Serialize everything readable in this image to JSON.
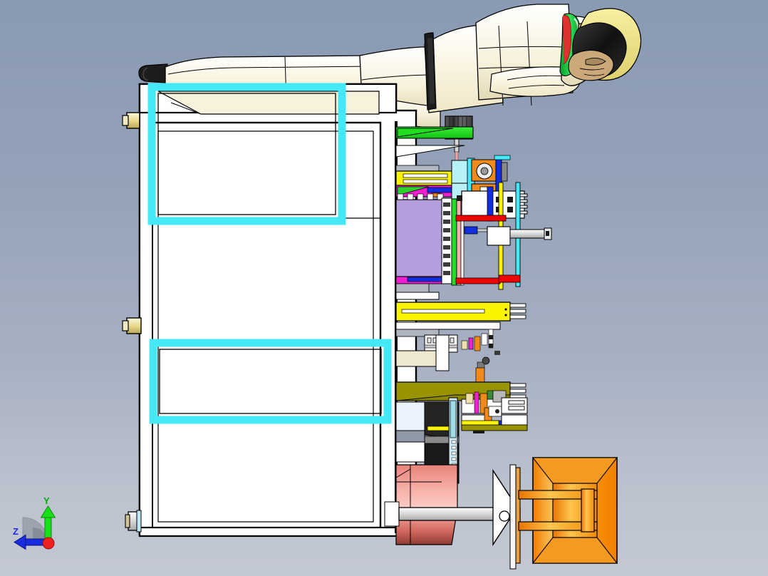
{
  "app": {
    "view_type": "cad-3d-viewport",
    "projection": "side-elevation",
    "background_top_color": "#8a9ab3",
    "background_bottom_color": "#c3c8d3"
  },
  "axis_triad": {
    "name": "orientation-axis-triad",
    "y_label": "Y",
    "z_label": "Z",
    "origin_color": "#ee2020",
    "y_axis_color": "#18e018",
    "z_axis_color": "#1a2ce0",
    "arc_color": "#9aa2ad"
  },
  "scene": {
    "title": "Automated packaging machine assembly with operator mannequin",
    "components": [
      {
        "name": "mannequin-figure",
        "label": "Operator mannequin (reclining)",
        "body_color": "#f7f2dc",
        "belt_color": "#1a1a1a",
        "collar_color": "#16b84a",
        "hair_color": "#f2e46a",
        "helmet_color": "#161616",
        "face_color": "#c9a87a",
        "shoe_color": "#1a1a1a"
      },
      {
        "name": "machine-guard-frame",
        "label": "Safety guard frame",
        "color": "#ffffff",
        "edge_color": "#000000"
      },
      {
        "name": "guard-window-upper",
        "label": "Upper guard window",
        "frame_color": "#44e8f7"
      },
      {
        "name": "guard-window-lower",
        "label": "Lower guard window",
        "frame_color": "#44e8f7"
      },
      {
        "name": "hinge-bracket-top",
        "label": "Top hinge bracket",
        "color": "#efe3a8"
      },
      {
        "name": "hinge-bracket-middle",
        "label": "Middle hinge bracket",
        "color": "#efe3a8"
      },
      {
        "name": "hinge-bracket-bottom",
        "label": "Bottom hinge bracket",
        "color": "#efe3a8"
      },
      {
        "name": "drive-motor",
        "label": "Drive motor",
        "color": "#4d4d4d"
      },
      {
        "name": "green-mount-plate",
        "label": "Green mounting plate",
        "color": "#22dd22"
      },
      {
        "name": "lavender-panel",
        "label": "Lavender control panel",
        "color": "#b49ede"
      },
      {
        "name": "yellow-beam-upper",
        "label": "Upper yellow beam",
        "color": "#fbf400"
      },
      {
        "name": "yellow-beam-mid",
        "label": "Mid yellow beam",
        "color": "#fbf400"
      },
      {
        "name": "olive-beam-lower",
        "label": "Lower olive beam",
        "color": "#9a9300"
      },
      {
        "name": "pneumatic-cylinder-upper",
        "label": "Upper pneumatic cylinder",
        "color": "#d8d8d8"
      },
      {
        "name": "pneumatic-cylinder-lower",
        "label": "Lower pneumatic cylinder",
        "color": "#d8d8d8"
      },
      {
        "name": "orange-actuator-block",
        "label": "Orange actuator block",
        "color": "#f08a1a"
      },
      {
        "name": "magenta-bracket",
        "label": "Magenta bracket",
        "color": "#f020d0"
      },
      {
        "name": "red-pipe-run",
        "label": "Red pipe run",
        "color": "#f00000"
      },
      {
        "name": "blue-pipe-run",
        "label": "Blue pipe run",
        "color": "#1030e0"
      },
      {
        "name": "cyan-rail",
        "label": "Cyan vertical rail",
        "color": "#44e8f7"
      },
      {
        "name": "salmon-roller",
        "label": "Salmon product roller",
        "color": "#f09a90"
      },
      {
        "name": "black-chute",
        "label": "Black discharge chute",
        "color": "#232323"
      },
      {
        "name": "orange-hopper",
        "label": "Orange hopper",
        "color": "#ff8c00"
      },
      {
        "name": "hopper-shaft",
        "label": "Hopper support shaft",
        "color": "#e8e8e8"
      }
    ]
  }
}
